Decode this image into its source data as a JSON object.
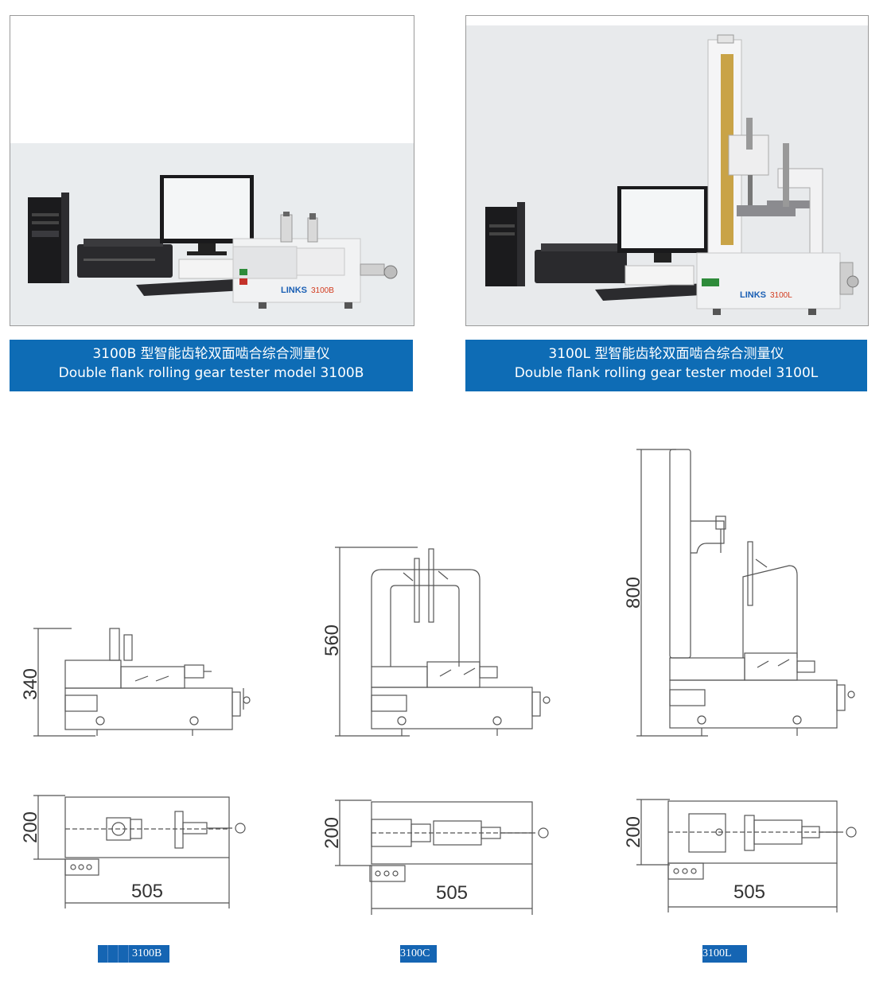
{
  "products": [
    {
      "model": "3100B",
      "caption_cn": "3100B 型智能齿轮双面啮合综合测量仪",
      "caption_en": "Double flank rolling gear tester model 3100B",
      "logo_text": "LINKS",
      "logo_model": "3100B"
    },
    {
      "model": "3100L",
      "caption_cn": "3100L 型智能齿轮双面啮合综合测量仪",
      "caption_en": "Double flank rolling gear tester model 3100L",
      "logo_text": "LINKS",
      "logo_model": "3100L"
    }
  ],
  "drawings": [
    {
      "model": "3100B",
      "height_label": "340",
      "depth_label": "200",
      "width_label": "505",
      "tag": "3100B"
    },
    {
      "model": "3100C",
      "height_label": "560",
      "depth_label": "200",
      "width_label": "505",
      "tag": "3100C"
    },
    {
      "model": "3100L",
      "height_label": "800",
      "depth_label": "200",
      "width_label": "505",
      "tag": "3100L"
    }
  ],
  "colors": {
    "caption_bar": "#0e6cb5",
    "tag_bar": "#1565b3",
    "logo_blue": "#1a5fb4",
    "logo_red": "#d23b1e"
  }
}
